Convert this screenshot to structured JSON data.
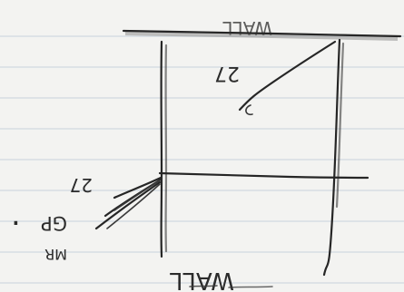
{
  "labels": {
    "wall_top": "WALL",
    "wall_bottom": "WALL",
    "upper_measure": "27",
    "lower_measure": "27",
    "gp": "GP",
    "mr": "MR",
    "dot": "."
  },
  "colors": {
    "paper": "#f3f3f1",
    "rule_line": "#c8d2dc",
    "ink": "#262626",
    "wall_shadow": "#8c8c8c"
  }
}
